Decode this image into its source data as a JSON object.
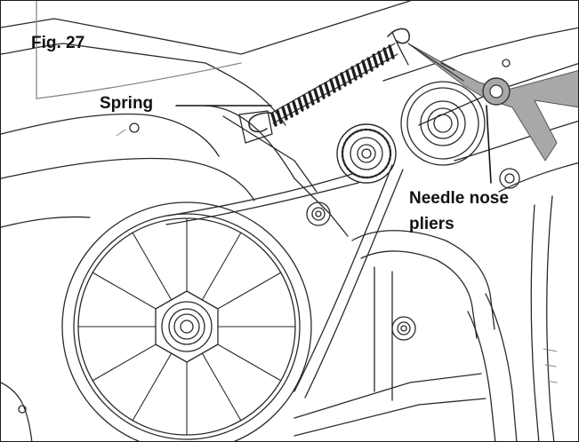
{
  "figure": {
    "title": "Fig. 27",
    "callouts": {
      "spring": "Spring",
      "pliers_line1": "Needle nose",
      "pliers_line2": "pliers"
    }
  },
  "colors": {
    "line": "#222222",
    "light_line": "#9a9a9a",
    "pliers_fill": "#a8a8a8",
    "background": "#ffffff"
  }
}
